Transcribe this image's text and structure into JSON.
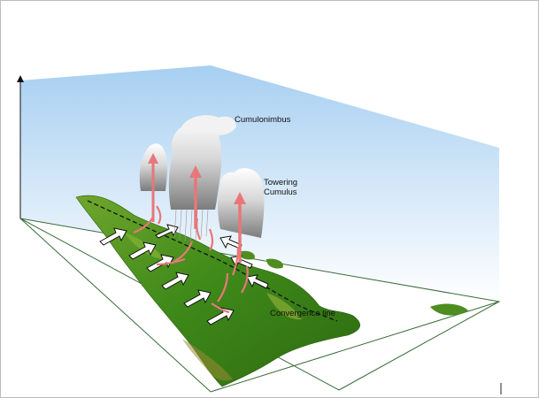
{
  "labels": {
    "cumulonimbus": "Cumulonimbus",
    "towering_line1": "Towering",
    "towering_line2": "Cumulus",
    "convergence": "Convergence line"
  },
  "colors": {
    "sky_top": "#a7cff1",
    "sky_bottom": "#ffffff",
    "land_dark": "#2f6f12",
    "land_light": "#8cbf3a",
    "land_brown": "#8a7a2a",
    "updraft": "#e8777a",
    "box_edge": "#3a6b3a"
  },
  "icons": [
    "height-axis-arrow",
    "wind-arrow",
    "updraft-arrow",
    "cloud"
  ]
}
